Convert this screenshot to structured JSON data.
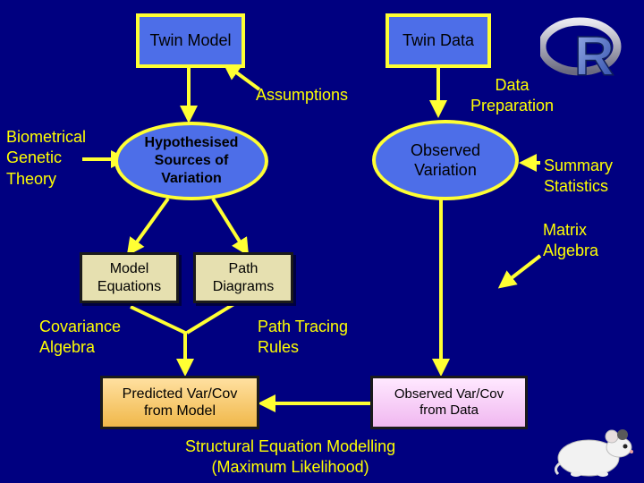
{
  "nodes": {
    "twin_model": "Twin Model",
    "twin_data": "Twin Data",
    "hypothesised": "Hypothesised\nSources of\nVariation",
    "observed_variation": "Observed\nVariation",
    "model_equations": "Model\nEquations",
    "path_diagrams": "Path\nDiagrams",
    "predicted": "Predicted Var/Cov\nfrom Model",
    "observed_varcov": "Observed Var/Cov\nfrom Data"
  },
  "labels": {
    "assumptions": "Assumptions",
    "data_preparation": "Data\nPreparation",
    "biometrical": "Biometrical\nGenetic\nTheory",
    "summary_statistics": "Summary\nStatistics",
    "matrix_algebra": "Matrix\nAlgebra",
    "covariance_algebra": "Covariance\nAlgebra",
    "path_tracing": "Path Tracing\nRules",
    "sem": "Structural Equation Modelling\n(Maximum Likelihood)"
  },
  "logo": {
    "text": "R",
    "name": "r-logo"
  },
  "colors": {
    "background": "#000080",
    "label": "#ffff00",
    "arrow": "#ffff33",
    "box_fill": "#4d6ee8"
  }
}
